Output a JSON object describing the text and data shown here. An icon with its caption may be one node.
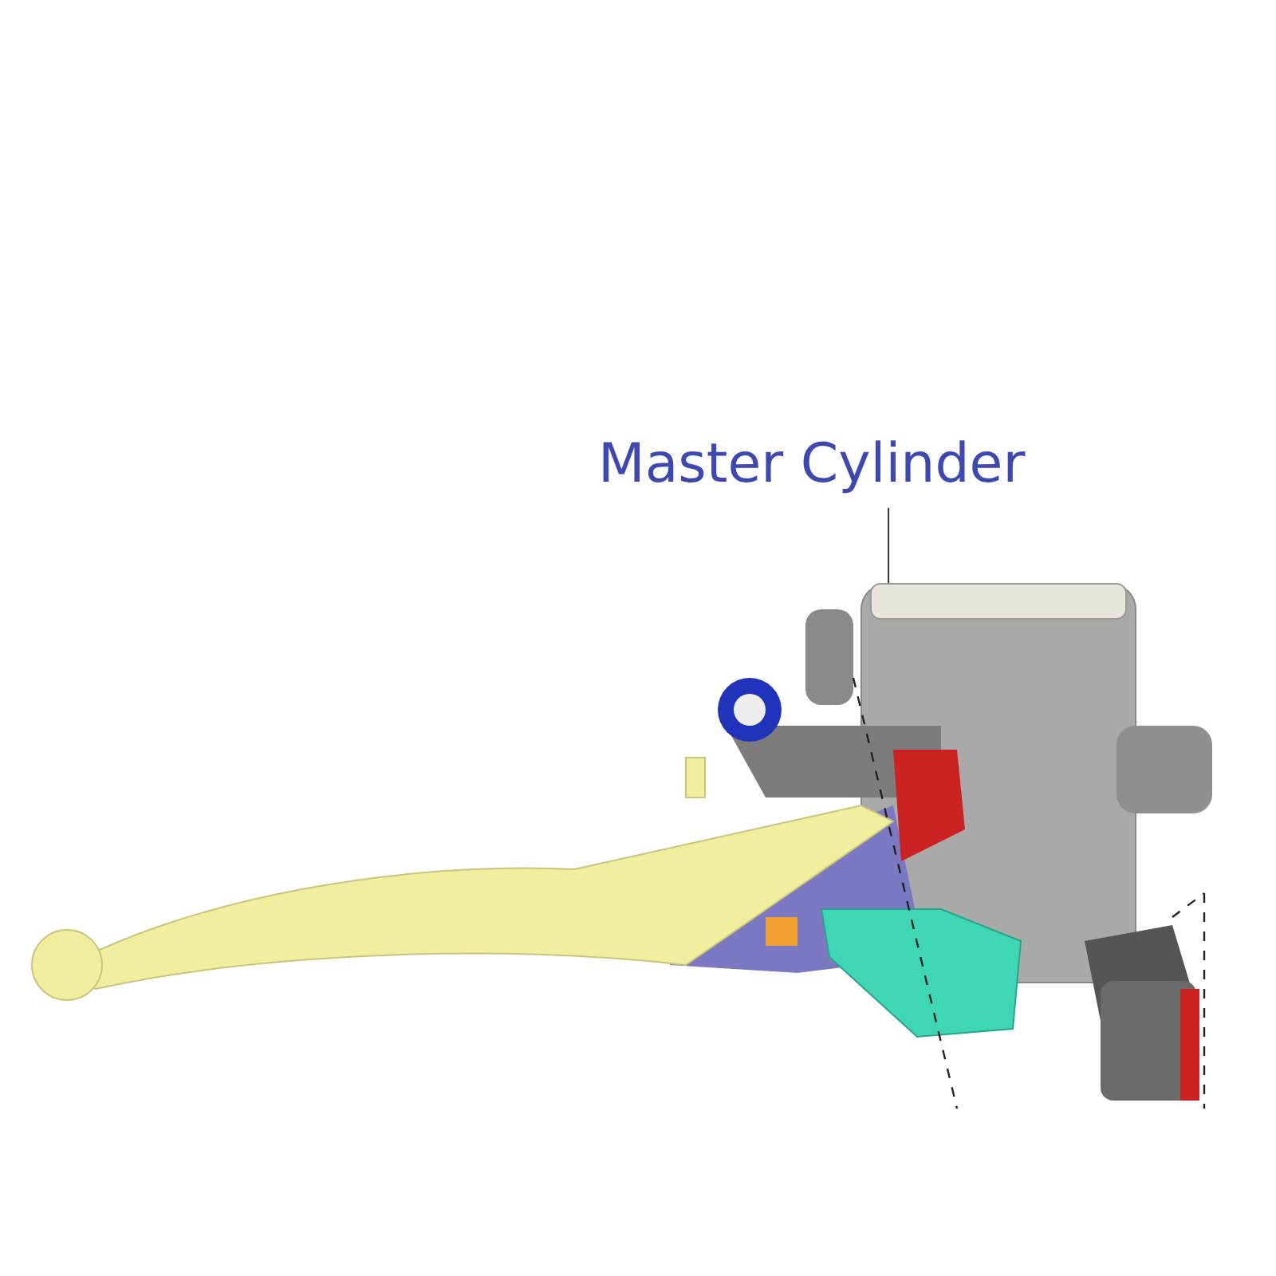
{
  "diagram": {
    "nodes": [
      {
        "text": [
          "Master Cylinder"
        ]
      },
      {
        "text": [],
        "shape": "picture"
      }
    ],
    "edges": [
      {
        "from": 0,
        "to": 1,
        "arrow": "none"
      }
    ]
  }
}
